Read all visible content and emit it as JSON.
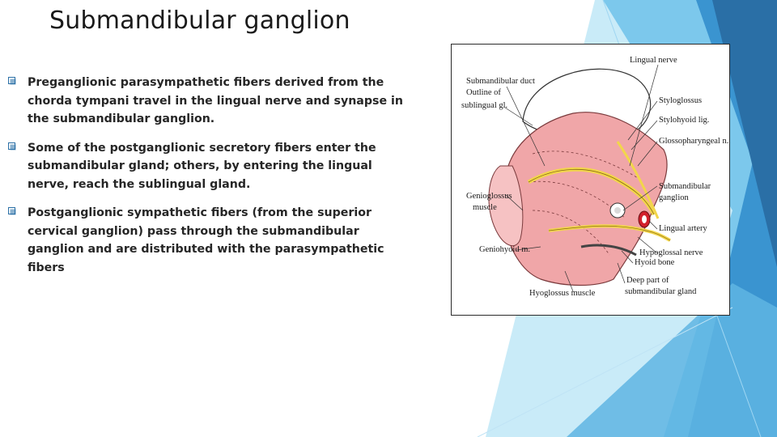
{
  "slide": {
    "title": "Submandibular ganglion",
    "bullets": [
      {
        "text": "Preganglionic parasympathetic fibers derived from the chorda tympani travel in the lingual nerve and synapse in the submandibular ganglion."
      },
      {
        "text": "Some of the postganglionic secretory fibers enter the submandibular gland; others, by entering the lingual nerve, reach the sublingual gland."
      },
      {
        "text": " Postganglionic sympathetic fibers (from the superior cervical ganglion) pass through the submandibular ganglion and are distributed with the parasympathetic fibers"
      }
    ],
    "bullet_marker_icon": "square-bullet-icon"
  },
  "figure": {
    "labels": {
      "lingual_nerve": "Lingual nerve",
      "submandibular_duct": "Submandibular duct",
      "outline_of": "Outline of",
      "sublingual_gl": "sublingual gl.",
      "styloglossus": "Styloglossus",
      "stylohyoid_lig": "Stylohyoid lig.",
      "glossopharyngeal_n": "Glossopharyngeal n.",
      "genioglossus": "Genioglossus",
      "muscle": "muscle",
      "submandibular": "Submandibular",
      "ganglion": "ganglion",
      "lingual_artery": "Lingual artery",
      "geniohyoid_m": "Geniohyoid m.",
      "hypoglossal_nerve": "Hypoglossal nerve",
      "hyoid_bone": "Hyoid bone",
      "deep_part_of": "Deep part of",
      "submandibular_gland": "submandibular gland",
      "hyoglossus_muscle": "Hyoglossus muscle"
    }
  },
  "theme": {
    "accent_dark": "#2a6fa6",
    "accent_mid": "#4aa8dc",
    "accent_light": "#9fd6f2",
    "muscle_pink": "#f0a6a8",
    "nerve_yellow": "#f2d64b"
  }
}
